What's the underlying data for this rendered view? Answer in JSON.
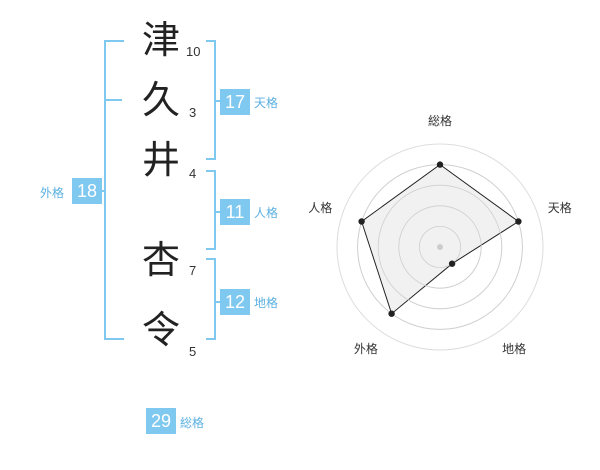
{
  "name": {
    "chars": [
      {
        "char": "津",
        "strokes": "10"
      },
      {
        "char": "久",
        "strokes": "3"
      },
      {
        "char": "井",
        "strokes": "4"
      },
      {
        "char": "杏",
        "strokes": "7"
      },
      {
        "char": "令",
        "strokes": "5"
      }
    ]
  },
  "fortune": {
    "tenkaku": {
      "value": "17",
      "label": "天格"
    },
    "jinkaku": {
      "value": "11",
      "label": "人格"
    },
    "chikaku": {
      "value": "12",
      "label": "地格"
    },
    "gaikaku": {
      "value": "18",
      "label": "外格"
    },
    "soukaku": {
      "value": "29",
      "label": "総格"
    }
  },
  "chart_data": {
    "type": "radar",
    "axes": [
      "総格",
      "天格",
      "地格",
      "外格",
      "人格"
    ],
    "values": [
      4,
      4,
      1,
      4,
      4
    ],
    "range": [
      0,
      5
    ],
    "rings": 5,
    "colors": {
      "fill": "#f0f0f0",
      "line": "#222222",
      "grid": "#dddddd"
    }
  }
}
